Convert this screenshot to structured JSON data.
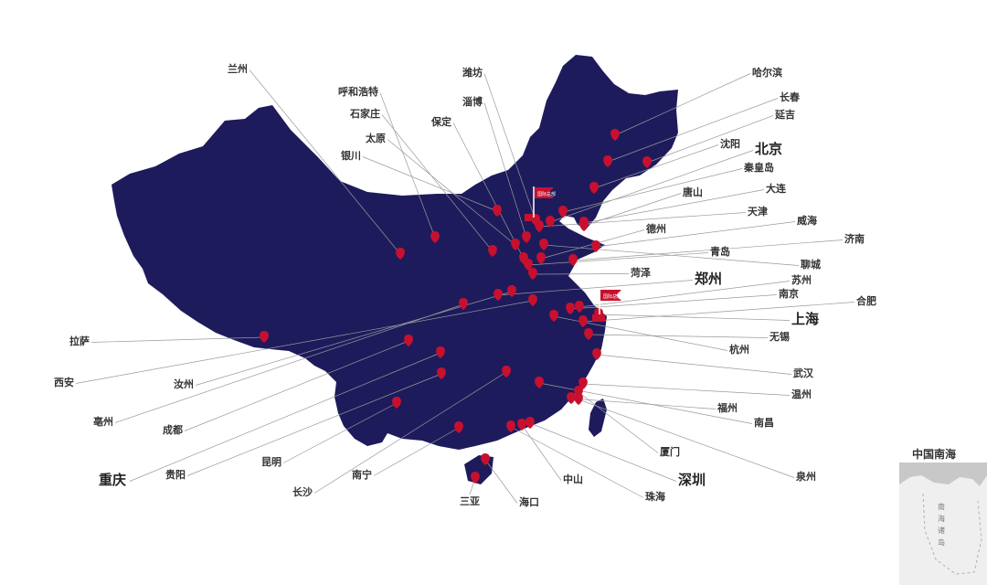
{
  "colors": {
    "land": "#1e1b5c",
    "marker": "#c8102e",
    "leader": "#9a9a9a",
    "inset": "#dcdcdc"
  },
  "inset": {
    "title": "中国南海",
    "islands": "南海诸岛"
  },
  "flag_text": "国际总部",
  "cities": [
    {
      "name": "兰州",
      "big": false
    },
    {
      "name": "呼和浩特",
      "big": false
    },
    {
      "name": "石家庄",
      "big": false
    },
    {
      "name": "太原",
      "big": false
    },
    {
      "name": "银川",
      "big": false
    },
    {
      "name": "潍坊",
      "big": false
    },
    {
      "name": "淄博",
      "big": false
    },
    {
      "name": "保定",
      "big": false
    },
    {
      "name": "哈尔滨",
      "big": false
    },
    {
      "name": "长春",
      "big": false
    },
    {
      "name": "延吉",
      "big": false
    },
    {
      "name": "沈阳",
      "big": false
    },
    {
      "name": "北京",
      "big": true
    },
    {
      "name": "秦皇岛",
      "big": false
    },
    {
      "name": "唐山",
      "big": false
    },
    {
      "name": "大连",
      "big": false
    },
    {
      "name": "天津",
      "big": false
    },
    {
      "name": "德州",
      "big": false
    },
    {
      "name": "威海",
      "big": false
    },
    {
      "name": "济南",
      "big": false
    },
    {
      "name": "青岛",
      "big": false
    },
    {
      "name": "聊城",
      "big": false
    },
    {
      "name": "菏泽",
      "big": false
    },
    {
      "name": "郑州",
      "big": true
    },
    {
      "name": "苏州",
      "big": false
    },
    {
      "name": "南京",
      "big": false
    },
    {
      "name": "合肥",
      "big": false
    },
    {
      "name": "上海",
      "big": true
    },
    {
      "name": "无锡",
      "big": false
    },
    {
      "name": "杭州",
      "big": false
    },
    {
      "name": "武汉",
      "big": false
    },
    {
      "name": "温州",
      "big": false
    },
    {
      "name": "福州",
      "big": false
    },
    {
      "name": "南昌",
      "big": false
    },
    {
      "name": "泉州",
      "big": false
    },
    {
      "name": "厦门",
      "big": false
    },
    {
      "name": "深圳",
      "big": true
    },
    {
      "name": "中山",
      "big": false
    },
    {
      "name": "珠海",
      "big": false
    },
    {
      "name": "海口",
      "big": false
    },
    {
      "name": "三亚",
      "big": false
    },
    {
      "name": "南宁",
      "big": false
    },
    {
      "name": "长沙",
      "big": false
    },
    {
      "name": "昆明",
      "big": false
    },
    {
      "name": "贵阳",
      "big": false
    },
    {
      "name": "重庆",
      "big": true
    },
    {
      "name": "成都",
      "big": false
    },
    {
      "name": "亳州",
      "big": false
    },
    {
      "name": "汝州",
      "big": false
    },
    {
      "name": "西安",
      "big": false
    },
    {
      "name": "拉萨",
      "big": false
    }
  ]
}
